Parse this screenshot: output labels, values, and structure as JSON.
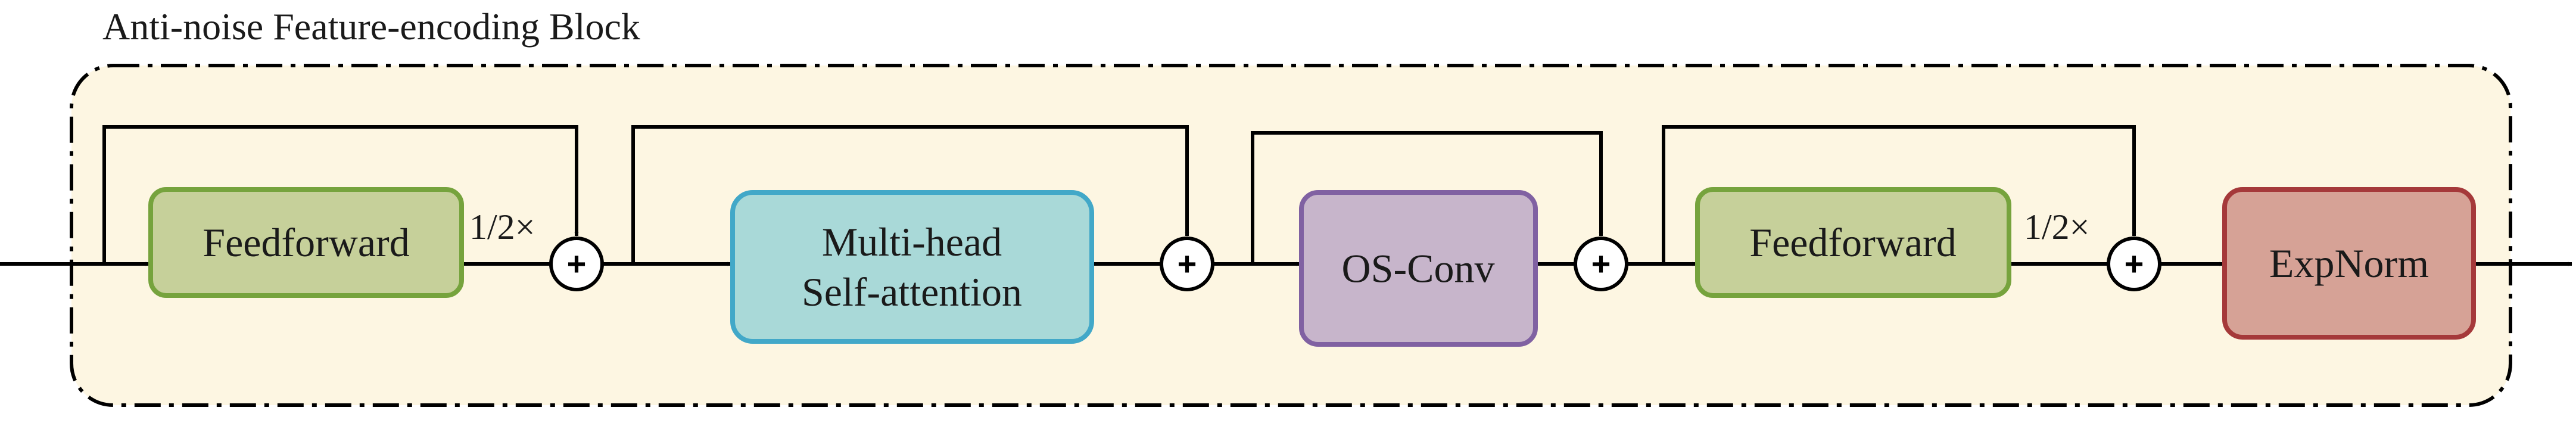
{
  "title": "Anti-noise Feature-encoding Block",
  "blocks": [
    {
      "id": "ff1",
      "lines": [
        "Feedforward"
      ],
      "fill": "#c6d09a",
      "stroke": "#76a33d"
    },
    {
      "id": "mhsa",
      "lines": [
        "Multi-head",
        "Self-attention"
      ],
      "fill": "#a9d9d8",
      "stroke": "#42a8c8"
    },
    {
      "id": "osconv",
      "lines": [
        "OS-Conv"
      ],
      "fill": "#c7b5cb",
      "stroke": "#8061a2"
    },
    {
      "id": "ff2",
      "lines": [
        "Feedforward"
      ],
      "fill": "#c6d09a",
      "stroke": "#76a33d"
    },
    {
      "id": "expnorm",
      "lines": [
        "ExpNorm"
      ],
      "fill": "#d6a296",
      "stroke": "#a5393a"
    }
  ],
  "scale_labels": [
    "1/2×",
    "1/2×"
  ],
  "add_symbol": "+",
  "colors": {
    "background": "#fdf6e2",
    "border": "#000000",
    "line": "#000000"
  }
}
